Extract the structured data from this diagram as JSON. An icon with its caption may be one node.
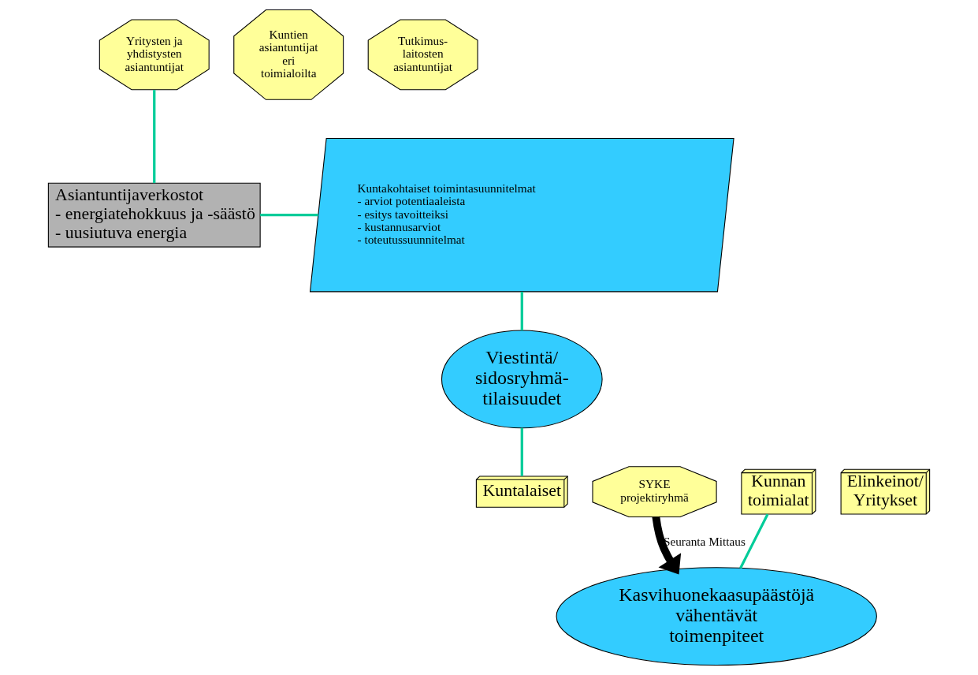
{
  "diagram": {
    "nodes": [
      {
        "text": [
          "Asiantuntijaverkostot",
          "- energiatehokkuus ja -säästö",
          "- uusiutuva energia"
        ]
      },
      {
        "text": [
          "Kuntakohtaiset toimintasuunnitelmat",
          "- arviot potentiaaleista",
          "- esitys tavoitteiksi",
          "- kustannusarviot",
          "- toteutussuunnitelmat"
        ]
      },
      {
        "text": [
          "Viestintä/ sidosryhmä- tilaisuudet"
        ]
      },
      {
        "text": [
          "Yritysten ja yhdistysten asiantuntijat"
        ]
      },
      {
        "text": [
          "Kuntien asiantuntijat eri toimialoilta"
        ]
      },
      {
        "text": [
          "Tutkimus- laitosten asiantuntijat"
        ]
      },
      {
        "text": [
          "SYKE projektiryhmä"
        ]
      },
      {
        "text": [
          "Kuntalaiset"
        ]
      },
      {
        "text": [
          "Elinkeinot/ Yritykset"
        ]
      },
      {
        "text": [
          "Kunnan toimialat"
        ]
      },
      {
        "text": [
          "Kasvihuonekaasupäästöjä vähentävät toimenpiteet"
        ]
      }
    ],
    "edges": [
      {
        "from": 0,
        "to": 1,
        "arrow": "none"
      },
      {
        "from": 1,
        "to": 2,
        "arrow": "none"
      },
      {
        "from": 2,
        "to": 7,
        "arrow": "none"
      },
      {
        "from": 9,
        "to": 10,
        "arrow": "none"
      },
      {
        "from": 3,
        "to": 0,
        "arrow": "none"
      },
      {
        "from": 6,
        "to": 10,
        "arrow": "to",
        "label": "Seuranta Mittaus",
        "style": "thick",
        "color": "#000000"
      }
    ]
  }
}
